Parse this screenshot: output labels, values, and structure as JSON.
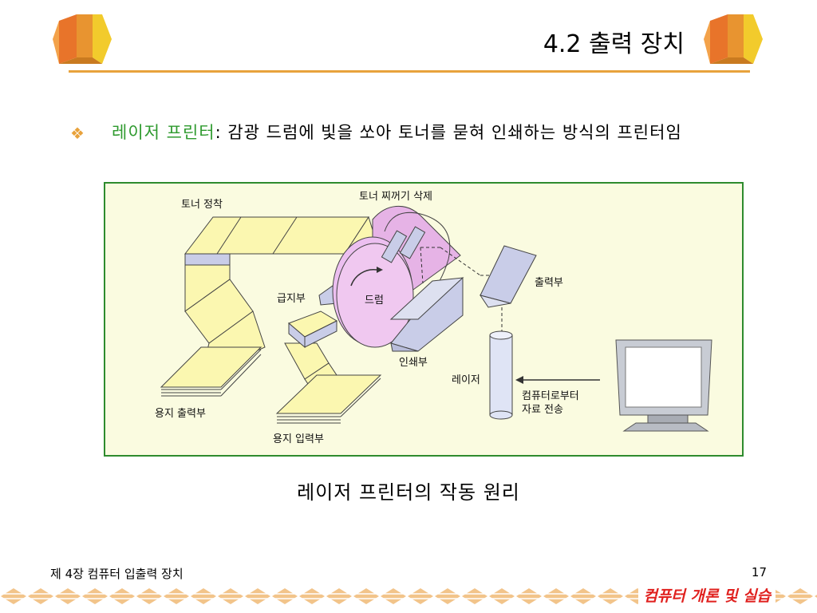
{
  "header": {
    "title": "4.2 출력 장치"
  },
  "bullet": {
    "icon": "diamond-bullet-icon",
    "term": "레이저 프린터",
    "text": ": 감광 드럼에 빛을 쏘아 토너를 묻혀 인쇄하는 방식의 프린터임"
  },
  "diagram": {
    "labels": {
      "toner_fix": "토너 정착",
      "toner_clean": "토너 찌꺼기 삭제",
      "feed": "급지부",
      "drum": "드럼",
      "output": "출력부",
      "print": "인쇄부",
      "laser": "레이저",
      "from_pc_1": "컴퓨터로부터",
      "from_pc_2": "자료 전송",
      "paper_out": "용지 출력부",
      "paper_in": "용지 입력부"
    }
  },
  "caption": "레이저 프린터의 작동 원리",
  "footer": {
    "chapter": "제 4장 컴퓨터 입출력 장치",
    "page": "17",
    "course": "컴퓨터 개론 및 실습"
  },
  "colors": {
    "accent": "#e8a23c",
    "term": "#2e9a2e",
    "frame": "#2e8b2e",
    "course": "#e0201e"
  }
}
